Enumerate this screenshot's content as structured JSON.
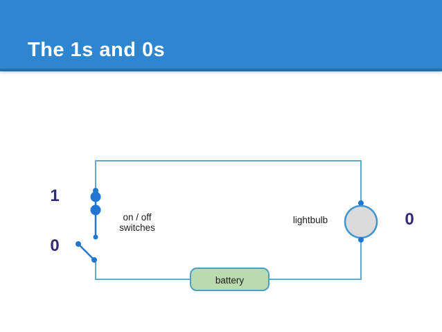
{
  "slide": {
    "title": "The 1s and 0s"
  },
  "diagram": {
    "switch_on_value": "1",
    "switch_off_value": "0",
    "switches_caption_line1": "on / off",
    "switches_caption_line2": "switches",
    "lightbulb_caption": "lightbulb",
    "lightbulb_value": "0",
    "battery_caption": "battery",
    "colors": {
      "header_blue": "#2E86D0",
      "header_border": "#2270A8",
      "wire_blue": "#5FA8CF",
      "node_blue": "#2176D2",
      "bulb_fill": "#DBDBDB",
      "bulb_stroke": "#3E96D2",
      "battery_fill": "#B9DBAD",
      "battery_stroke": "#4C9DC7",
      "digit_navy": "#312A75"
    }
  }
}
